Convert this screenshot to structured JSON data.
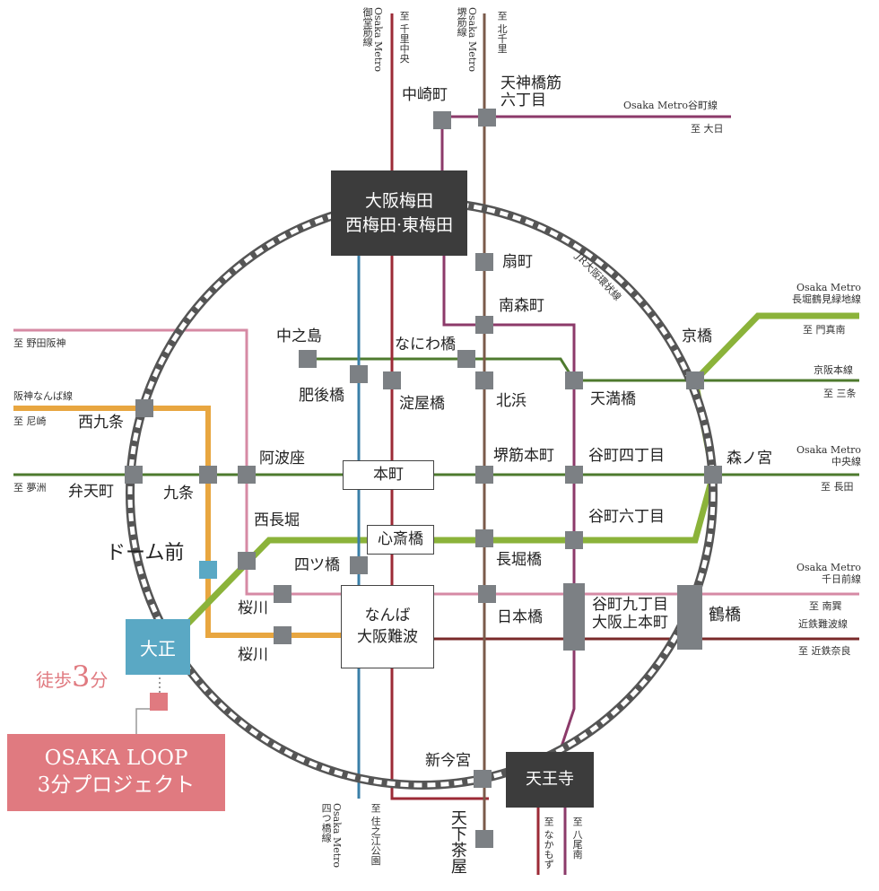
{
  "colors": {
    "loop": "#555555",
    "midosuji": "#9c2a36",
    "sakaisuji": "#7a5a4a",
    "tanimachi": "#8c3a6a",
    "yotsubashi": "#3a7fa8",
    "green": "#4e7a2e",
    "nagahori": "#8bb33a",
    "hanshin": "#e8a640",
    "pink": "#d68aa4",
    "kintetsu": "#7a2a2a",
    "highlight": "#e07a80",
    "taisho": "#5aa8c4"
  },
  "boxes": {
    "umeda": "大阪梅田\n西梅田·東梅田",
    "tennoji": "天王寺",
    "honmachi": "本町",
    "shinsaibashi": "心斎橋",
    "namba": "なんば\n大阪難波",
    "taisho": "大正",
    "project": "OSAKA LOOP\n3分プロジェクト"
  },
  "walk": {
    "prefix": "徒歩",
    "num": "3",
    "suffix": "分"
  },
  "stations": {
    "nakazakicho": "中崎町",
    "tenjin": "天神橋筋\n六丁目",
    "ogimachi": "扇町",
    "minamimorimachi": "南森町",
    "nakanoshima": "中之島",
    "naniwabashi": "なにわ橋",
    "higobashi": "肥後橋",
    "yodoyabashi": "淀屋橋",
    "kitahama": "北浜",
    "tenmabashi": "天満橋",
    "kyobashi": "京橋",
    "nishikujo": "西九条",
    "awaza": "阿波座",
    "sakaisujihonmachi": "堺筋本町",
    "tanimachi4": "谷町四丁目",
    "morinomiya": "森ノ宮",
    "bentencho": "弁天町",
    "kujo": "九条",
    "nishinagahori": "西長堀",
    "tanimachi6": "谷町六丁目",
    "domemae": "ドーム前",
    "yotsubashi": "四ツ橋",
    "nagahoribashi": "長堀橋",
    "sakuragawa1": "桜川",
    "sakuragawa2": "桜川",
    "nipponbashi": "日本橋",
    "tanimachi9": "谷町九丁目\n大阪上本町",
    "tsuruhashi": "鶴橋",
    "imamiya": "新今宮",
    "tengachaya": "天下茶屋"
  },
  "lines": {
    "loop": "JR大阪環状線",
    "tanimachi_right": "Osaka Metro谷町線",
    "to_dainichi": "至 大日",
    "nagahori_right": "Osaka Metro\n長堀鶴見緑地線",
    "to_kadoma": "至 門真南",
    "keihan": "京阪本線",
    "to_sanjo": "至 三条",
    "chuo": "Osaka Metro\n中央線",
    "to_nagata": "至 長田",
    "sennichimae": "Osaka Metro\n千日前線",
    "to_minamitatsumi": "至 南巽",
    "kintetsu": "近鉄難波線",
    "to_nara": "至 近鉄奈良",
    "to_nodahanshin": "至 野田阪神",
    "hanshin_namba": "阪神なんば線",
    "to_amagasaki": "至 尼崎",
    "to_yumeshima": "至 夢洲",
    "midosuji_line": "Osaka Metro\n御堂筋線",
    "to_senri": "至 千里中央",
    "sakaisuji_line": "Osaka Metro\n堺筋線",
    "to_kitasenri": "至 北千里",
    "yotsubashi_line": "Osaka Metro\n四つ橋線",
    "to_suminoe": "至 住之江公園",
    "to_nakamozu": "至 なかもず",
    "to_yao": "至 八尾南"
  }
}
